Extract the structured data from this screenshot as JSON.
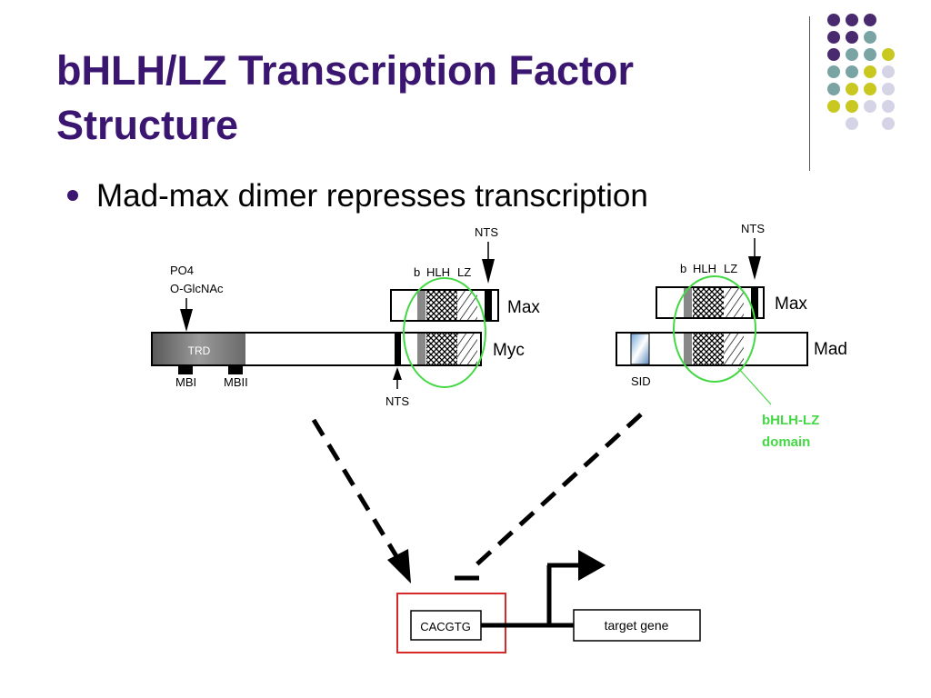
{
  "slide": {
    "title_line1": "bHLH/LZ  Transcription Factor",
    "title_line2": "Structure",
    "bullet": "Mad-max dimer represses transcription"
  },
  "colors": {
    "title": "#3b1670",
    "circle": "#4cd84c",
    "box_red": "#d62a2a",
    "dot_purple": "#4a2a6e",
    "dot_teal": "#7aa4a4",
    "dot_yellow": "#c8c820",
    "dot_lavender": "#d4d4e6"
  },
  "decor_dots": [
    [
      "purple",
      "purple",
      "purple",
      null
    ],
    [
      "purple",
      "purple",
      "teal",
      null
    ],
    [
      "purple",
      "teal",
      "teal",
      "yellow"
    ],
    [
      "teal",
      "teal",
      "yellow",
      "lavender"
    ],
    [
      "teal",
      "yellow",
      "yellow",
      "lavender"
    ],
    [
      "yellow",
      "yellow",
      "lavender",
      "lavender"
    ],
    [
      null,
      "lavender",
      null,
      "lavender"
    ]
  ],
  "diagram": {
    "po4": "PO4",
    "glcnac": "O-GlcNAc",
    "trd": "TRD",
    "mbi": "MBI",
    "mbii": "MBII",
    "b_label": "b",
    "hlh_label": "HLH",
    "lz_label": "LZ",
    "nts": "NTS",
    "max": "Max",
    "myc": "Myc",
    "mad": "Mad",
    "sid": "SID",
    "bhlh_domain_line1": "bHLH-LZ",
    "bhlh_domain_line2": "domain",
    "cacgtg": "CACGTG",
    "target_gene": "target gene"
  }
}
